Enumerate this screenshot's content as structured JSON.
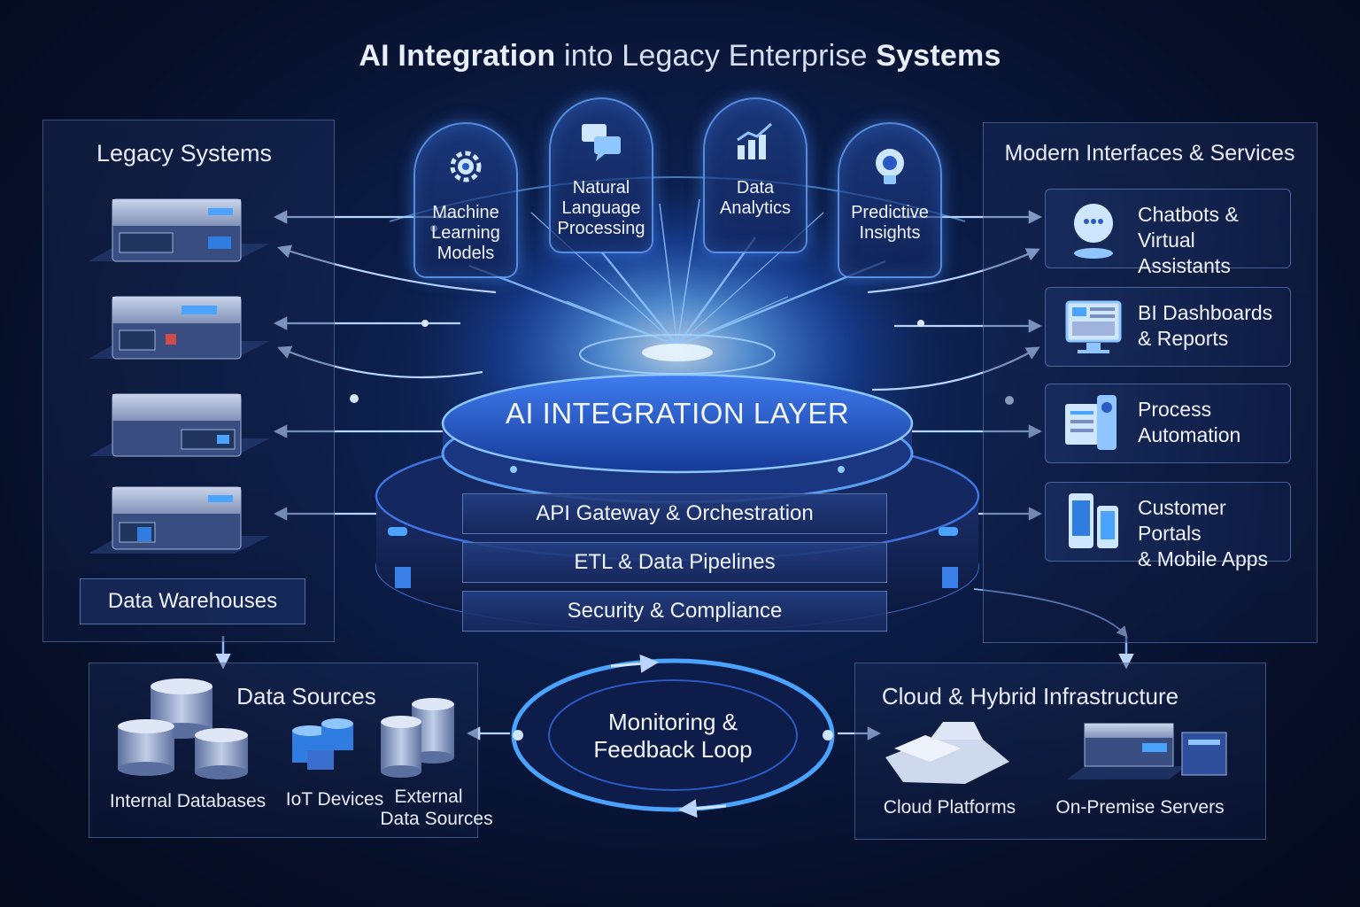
{
  "title": {
    "bold_1": "AI Integration",
    "regular": " into Legacy Enterprise ",
    "bold_2": "Systems"
  },
  "legacy_panel": {
    "title": "Legacy Systems",
    "data_warehouses": "Data Warehouses"
  },
  "ai_capabilities": [
    {
      "label": "Machine Learning Models",
      "icon": "gear-icon"
    },
    {
      "label": "Natural Language Processing",
      "icon": "chat-icon"
    },
    {
      "label": "Data Analytics",
      "icon": "bar-chart-icon"
    },
    {
      "label": "Predictive Insights",
      "icon": "brain-lightbulb-icon"
    }
  ],
  "core": {
    "title": "AI INTEGRATION LAYER",
    "layers": [
      "API Gateway & Orchestration",
      "ETL & Data Pipelines",
      "Security & Compliance"
    ]
  },
  "modern_panel": {
    "title": "Modern Interfaces & Services",
    "items": [
      {
        "line1": "Chatbots &",
        "line2": "Virtual Assistants",
        "icon": "chatbot-icon"
      },
      {
        "line1": "BI Dashboards",
        "line2": "& Reports",
        "icon": "monitor-dashboard-icon"
      },
      {
        "line1": "Process",
        "line2": "Automation",
        "icon": "process-icon"
      },
      {
        "line1": "Customer Portals",
        "line2": "& Mobile Apps",
        "icon": "mobile-icon"
      }
    ]
  },
  "data_sources": {
    "title": "Data Sources",
    "items": [
      "Internal Databases",
      "IoT Devices",
      "External",
      "Data Sources"
    ]
  },
  "feedback": {
    "line1": "Monitoring &",
    "line2": "Feedback Loop"
  },
  "cloud": {
    "title": "Cloud & Hybrid Infrastructure",
    "items": [
      "Cloud Platforms",
      "On-Premise Servers"
    ]
  },
  "colors": {
    "accent": "#4aa3ff",
    "glow": "#7cc4ff",
    "panel_border": "#7896d2",
    "background": "#0b1c45"
  }
}
